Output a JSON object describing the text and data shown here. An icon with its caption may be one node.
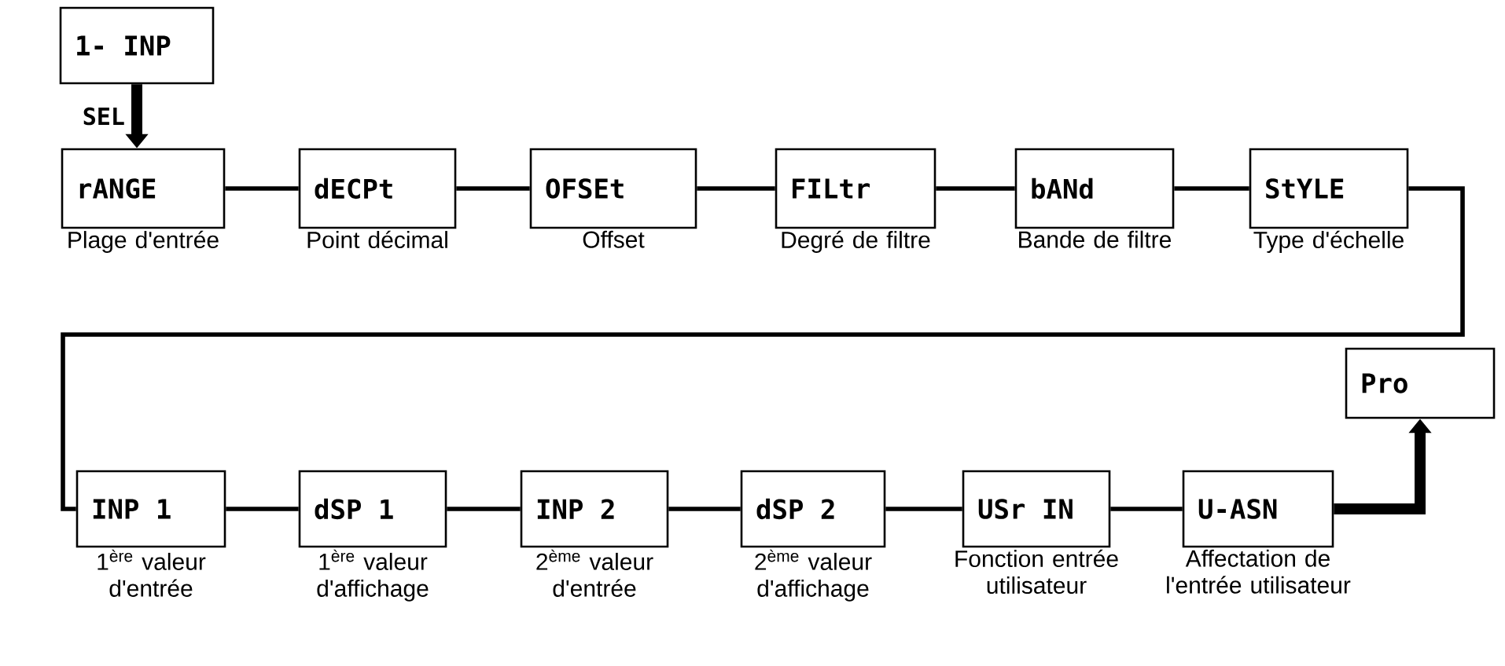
{
  "diagram": {
    "nodes": [
      {
        "text": [
          "1- INP"
        ]
      },
      {
        "text": [
          "rANGE"
        ],
        "beside": [
          "Plage d'entrée"
        ]
      },
      {
        "text": [
          "dECPt"
        ],
        "beside": [
          "Point décimal"
        ]
      },
      {
        "text": [
          "OFSEt"
        ],
        "beside": [
          "Offset"
        ]
      },
      {
        "text": [
          "FILtr"
        ],
        "beside": [
          "Degré de filtre"
        ]
      },
      {
        "text": [
          "bANd"
        ],
        "beside": [
          "Bande de filtre"
        ]
      },
      {
        "text": [
          "StYLE"
        ],
        "beside": [
          "Type d'échelle"
        ]
      },
      {
        "text": [
          "INP   1"
        ],
        "beside": [
          "1$^{ère}$ valeur d'entrée"
        ]
      },
      {
        "text": [
          "dSP   1"
        ],
        "beside": [
          "1$^{ère}$ valeur d'affichage"
        ]
      },
      {
        "text": [
          "INP   2"
        ],
        "beside": [
          "2$^{ème}$ valeur d'entrée"
        ]
      },
      {
        "text": [
          "dSP   2"
        ],
        "beside": [
          "2$^{ème}$ valeur d'affichage"
        ]
      },
      {
        "text": [
          "USr IN"
        ],
        "beside": [
          "Fonction entrée utilisateur"
        ]
      },
      {
        "text": [
          "U-ASN"
        ],
        "beside": [
          "Affectation de l'entrée utilisateur"
        ]
      },
      {
        "text": [
          "Pro"
        ]
      }
    ],
    "edges": [
      {
        "from": 0,
        "to": 1,
        "arrow": "to",
        "label": "SEL",
        "style": "thick"
      },
      {
        "from": 1,
        "to": 2,
        "arrow": "none"
      },
      {
        "from": 2,
        "to": 3,
        "arrow": "none"
      },
      {
        "from": 3,
        "to": 4,
        "arrow": "none"
      },
      {
        "from": 4,
        "to": 5,
        "arrow": "none"
      },
      {
        "from": 5,
        "to": 6,
        "arrow": "none"
      },
      {
        "from": 6,
        "to": 7,
        "arrow": "none"
      },
      {
        "from": 7,
        "to": 8,
        "arrow": "none"
      },
      {
        "from": 8,
        "to": 9,
        "arrow": "none"
      },
      {
        "from": 9,
        "to": 10,
        "arrow": "none"
      },
      {
        "from": 10,
        "to": 11,
        "arrow": "none"
      },
      {
        "from": 11,
        "to": 12,
        "arrow": "none"
      },
      {
        "from": 12,
        "to": 13,
        "arrow": "to",
        "style": "thick"
      }
    ]
  }
}
